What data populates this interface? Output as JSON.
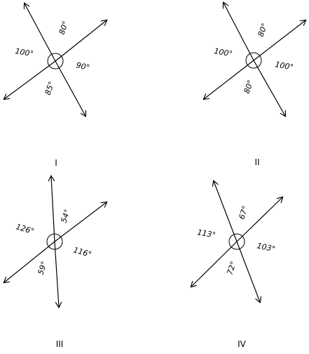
{
  "figures": [
    {
      "label": "I",
      "angles": [
        "80°",
        "90°",
        "85°",
        "100°"
      ]
    },
    {
      "label": "II",
      "angles": [
        "80°",
        "100°",
        "80°",
        "100°"
      ]
    },
    {
      "label": "III",
      "angles": [
        "54°",
        "116°",
        "59°",
        "126°"
      ]
    },
    {
      "label": "IV",
      "angles": [
        "67°",
        "103°",
        "72°",
        "113°"
      ]
    }
  ],
  "colors": {
    "stroke": "#000000",
    "background": "#ffffff"
  }
}
